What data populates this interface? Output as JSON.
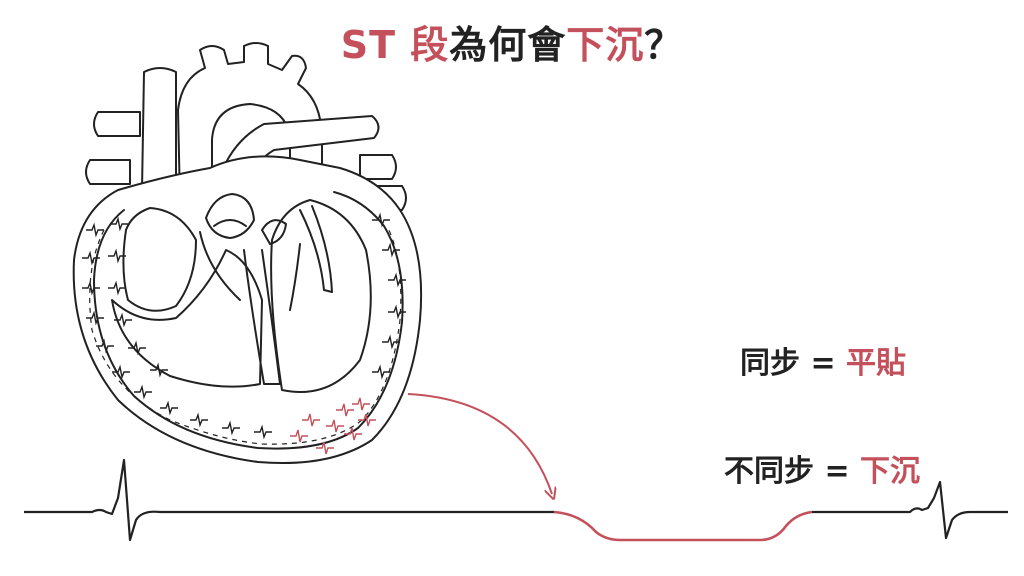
{
  "title": {
    "part1": "ST 段",
    "part2": "為何會",
    "part3": "下沉",
    "part4": "？"
  },
  "labels": {
    "sync_text": "同步",
    "sync_eq": " = ",
    "sync_result": "平貼",
    "async_text": "不同步",
    "async_eq": " = ",
    "async_result": "下沉"
  },
  "colors": {
    "accent": "#c4505c",
    "ink": "#222222"
  }
}
